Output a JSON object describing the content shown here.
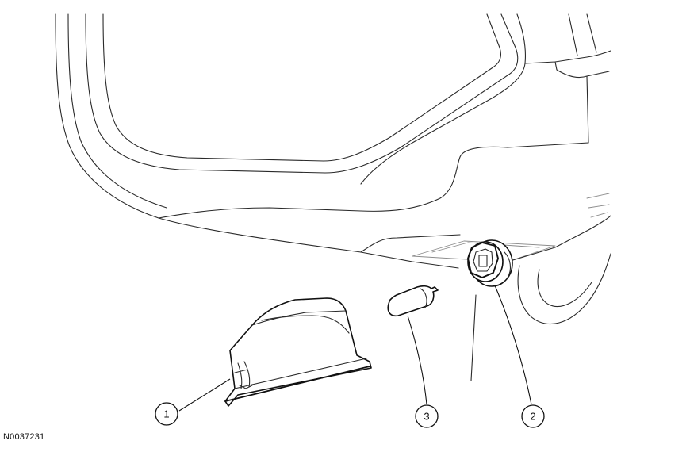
{
  "figure": {
    "id_label": "N0037231"
  },
  "callouts": [
    {
      "number": "1",
      "part": "lamp-lens-housing"
    },
    {
      "number": "2",
      "part": "bulb-socket"
    },
    {
      "number": "3",
      "part": "bulb"
    }
  ]
}
